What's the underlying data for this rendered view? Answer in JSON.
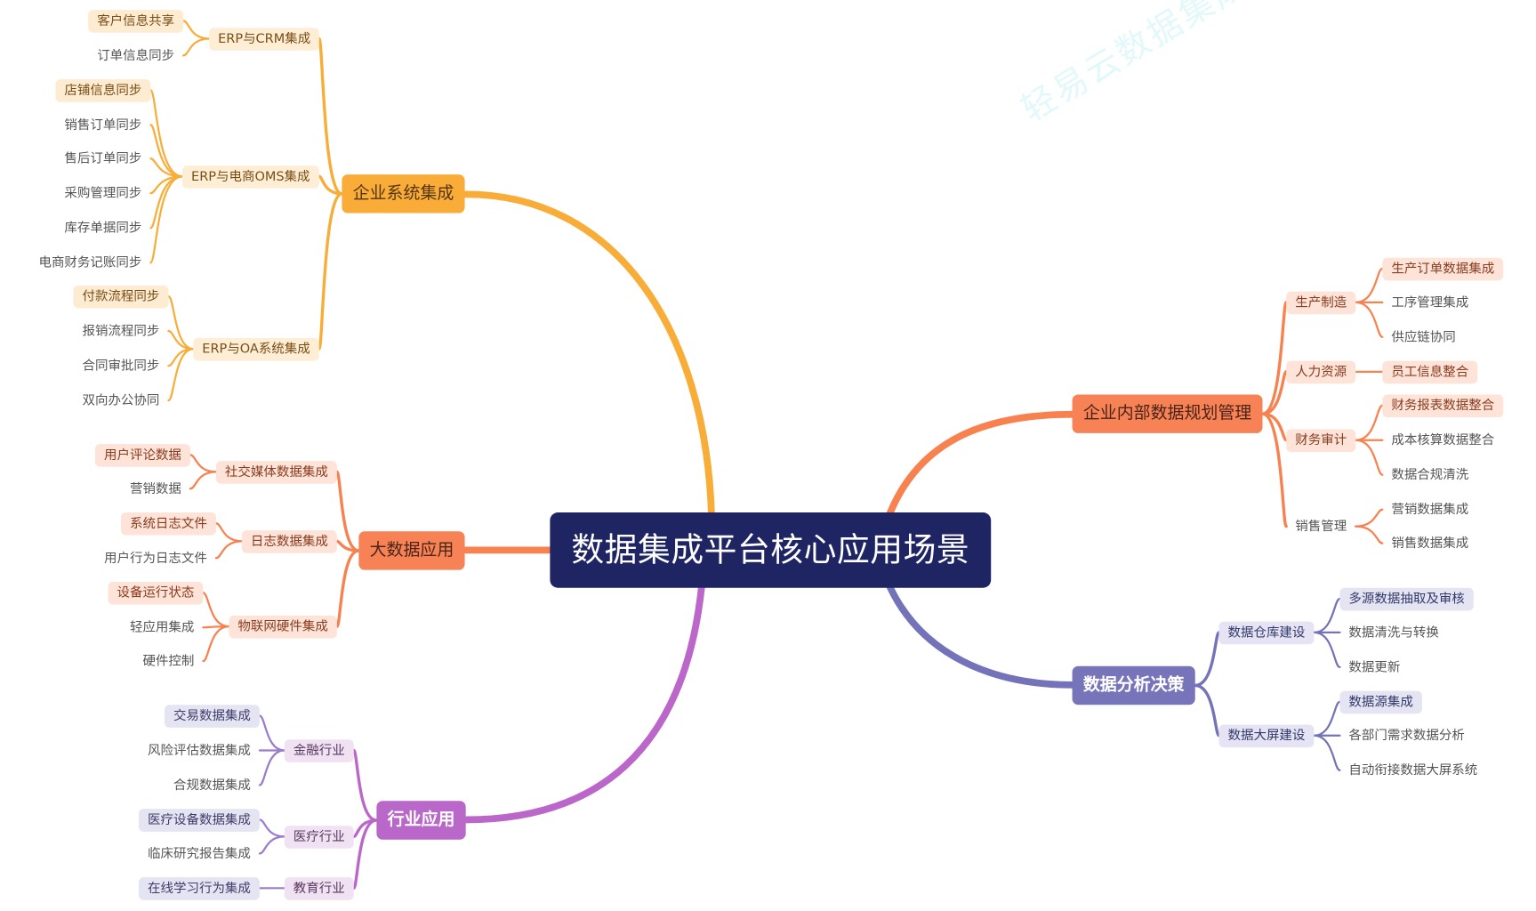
{
  "title": "数据集成平台核心应用场景",
  "watermark": "轻易云数据集成平台",
  "branches": [
    {
      "label": "企业系统集成",
      "colors": {
        "line": "#f8ad38",
        "mainBg": "#f9ac38",
        "mainText": "#553610",
        "subBg": "#feeed6",
        "subText": "#7b4d14",
        "hlBg": "#feecd2",
        "hlText": "#7b4d14",
        "leafLine": "#f8ad38"
      },
      "children": [
        {
          "label": "ERP与CRM集成",
          "children": [
            {
              "label": "客户信息共享"
            },
            {
              "label": "订单信息同步"
            }
          ]
        },
        {
          "label": "ERP与电商OMS集成",
          "children": [
            {
              "label": "店铺信息同步"
            },
            {
              "label": "销售订单同步"
            },
            {
              "label": "售后订单同步"
            },
            {
              "label": "采购管理同步"
            },
            {
              "label": "库存单据同步"
            },
            {
              "label": "电商财务记账同步"
            }
          ]
        },
        {
          "label": "ERP与OA系统集成",
          "children": [
            {
              "label": "付款流程同步"
            },
            {
              "label": "报销流程同步"
            },
            {
              "label": "合同审批同步"
            },
            {
              "label": "双向办公协同"
            }
          ]
        }
      ]
    },
    {
      "label": "大数据应用",
      "colors": {
        "line": "#f7814f",
        "mainBg": "#f78255",
        "mainText": "#4a2418",
        "subBg": "#fde3d8",
        "subText": "#8b3c1f",
        "hlBg": "#fde3d8",
        "hlText": "#8b3c1f",
        "leafLine": "#f7814f"
      },
      "children": [
        {
          "label": "社交媒体数据集成",
          "children": [
            {
              "label": "用户评论数据"
            },
            {
              "label": "营销数据"
            }
          ]
        },
        {
          "label": "日志数据集成",
          "children": [
            {
              "label": "系统日志文件"
            },
            {
              "label": "用户行为日志文件"
            }
          ]
        },
        {
          "label": "物联网硬件集成",
          "children": [
            {
              "label": "设备运行状态"
            },
            {
              "label": "轻应用集成"
            },
            {
              "label": "硬件控制"
            }
          ]
        }
      ]
    },
    {
      "label": "行业应用",
      "colors": {
        "line": "#bb67c9",
        "mainBg": "#b967c8",
        "mainText": "#ffffff",
        "subBg": "#f0e2f3",
        "subText": "#5a3a60",
        "hlBg": "#e5e4f3",
        "hlText": "#3f3d6a",
        "leafLine": "#9a7ccc"
      },
      "children": [
        {
          "label": "金融行业",
          "children": [
            {
              "label": "交易数据集成"
            },
            {
              "label": "风险评估数据集成"
            },
            {
              "label": "合规数据集成"
            }
          ]
        },
        {
          "label": "医疗行业",
          "children": [
            {
              "label": "医疗设备数据集成"
            },
            {
              "label": "临床研究报告集成"
            }
          ]
        },
        {
          "label": "教育行业",
          "children": [
            {
              "label": "在线学习行为集成"
            }
          ]
        }
      ]
    },
    {
      "label": "企业内部数据规划管理",
      "colors": {
        "line": "#f7814f",
        "mainBg": "#f78255",
        "mainText": "#4a2418",
        "subBg": "#fde3d8",
        "subText": "#8b3c1f",
        "hlBg": "#fde3d8",
        "hlText": "#8b3c1f",
        "leafLine": "#f7814f"
      },
      "children": [
        {
          "label": "生产制造",
          "children": [
            {
              "label": "生产订单数据集成"
            },
            {
              "label": "工序管理集成"
            },
            {
              "label": "供应链协同"
            }
          ]
        },
        {
          "label": "人力资源",
          "children": [
            {
              "label": "员工信息整合"
            }
          ]
        },
        {
          "label": "财务审计",
          "children": [
            {
              "label": "财务报表数据整合"
            },
            {
              "label": "成本核算数据整合"
            },
            {
              "label": "数据合规清洗"
            }
          ]
        },
        {
          "label": "销售管理",
          "children": [
            {
              "label": "营销数据集成"
            },
            {
              "label": "销售数据集成"
            }
          ]
        }
      ]
    },
    {
      "label": "数据分析决策",
      "colors": {
        "line": "#7472b8",
        "mainBg": "#7774ba",
        "mainText": "#ffffff",
        "subBg": "#e6e4f4",
        "subText": "#333a6a",
        "hlBg": "#e5e4f3",
        "hlText": "#333a6a",
        "leafLine": "#7472b8"
      },
      "children": [
        {
          "label": "数据仓库建设",
          "children": [
            {
              "label": "多源数据抽取及审核"
            },
            {
              "label": "数据清洗与转换"
            },
            {
              "label": "数据更新"
            }
          ]
        },
        {
          "label": "数据大屏建设",
          "children": [
            {
              "label": "数据源集成"
            },
            {
              "label": "各部门需求数据分析"
            },
            {
              "label": "自动衔接数据大屏系统"
            }
          ]
        }
      ]
    }
  ]
}
